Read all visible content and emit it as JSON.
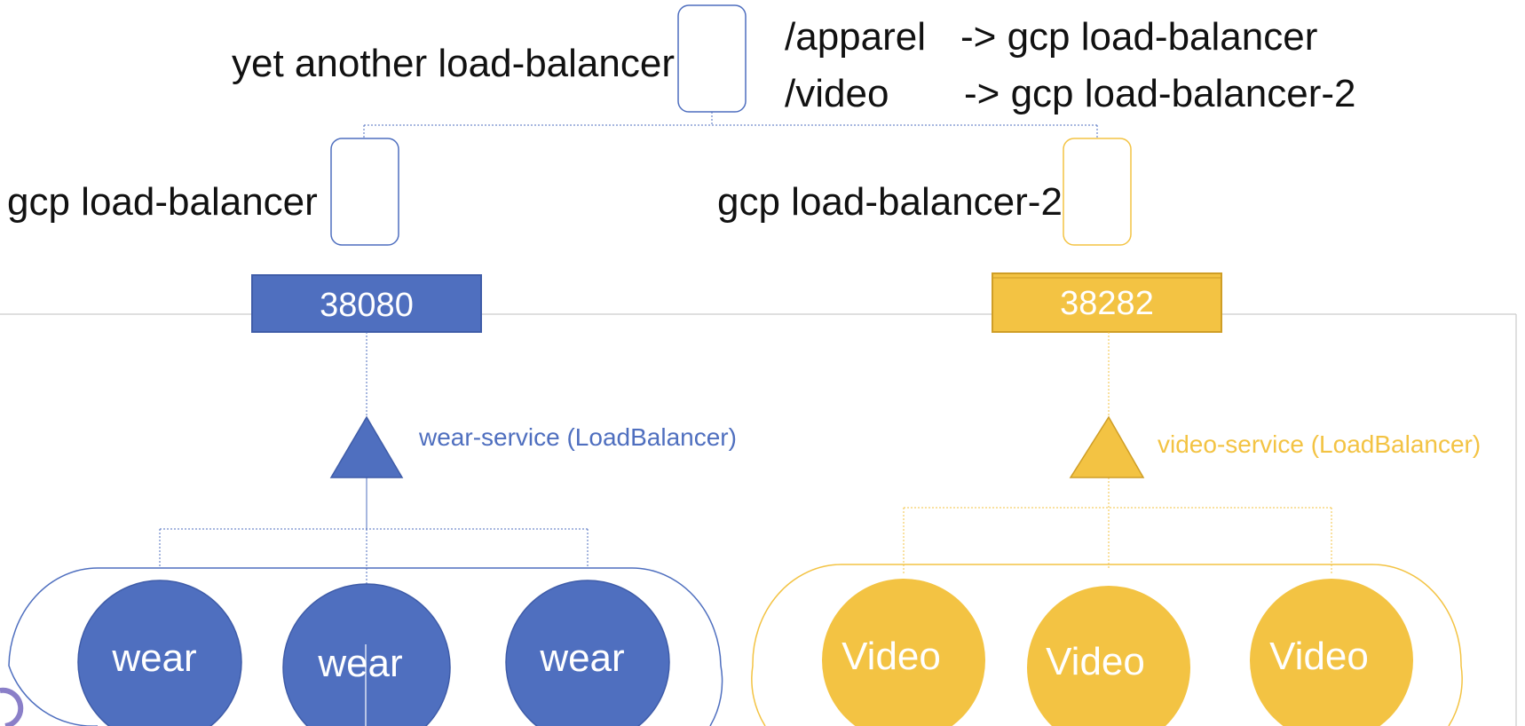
{
  "colors": {
    "blue": "#4f6fbf",
    "blue_dark": "#3f5ca8",
    "yellow": "#f3c343",
    "yellow_dark": "#cf9e26",
    "text": "#111111",
    "white": "#ffffff",
    "frame": "#c9c9c9"
  },
  "top_lb": {
    "label": "yet another load-balancer",
    "routes": [
      {
        "path": "/apparel",
        "target": "-> gcp load-balancer"
      },
      {
        "path": "/video",
        "target": "-> gcp load-balancer-2"
      }
    ]
  },
  "wear": {
    "lb_label": "gcp load-balancer",
    "port": "38080",
    "service": "wear-service (LoadBalancer)",
    "pods": [
      "wear",
      "wear",
      "wear"
    ]
  },
  "video": {
    "lb_label": "gcp load-balancer-2",
    "port": "38282",
    "service": "video-service (LoadBalancer)",
    "pods": [
      "Video",
      "Video",
      "Video"
    ]
  }
}
